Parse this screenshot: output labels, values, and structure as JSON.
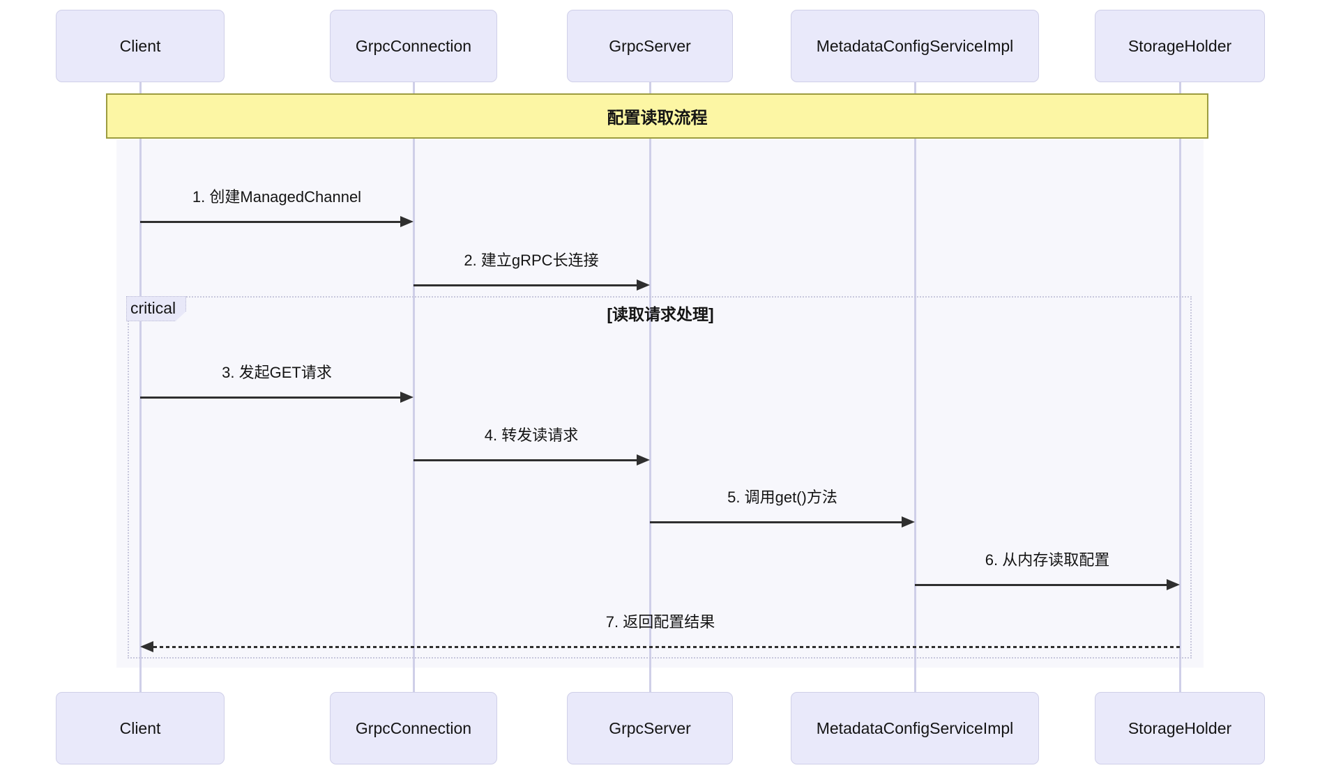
{
  "diagram": {
    "type": "sequence",
    "title": "配置读取流程",
    "participants": [
      {
        "name": "Client"
      },
      {
        "name": "GrpcConnection"
      },
      {
        "name": "GrpcServer"
      },
      {
        "name": "MetadataConfigServiceImpl"
      },
      {
        "name": "StorageHolder"
      }
    ],
    "messages": [
      {
        "label": "1. 创建ManagedChannel",
        "from": "Client",
        "to": "GrpcConnection",
        "line": "solid"
      },
      {
        "label": "2. 建立gRPC长连接",
        "from": "GrpcConnection",
        "to": "GrpcServer",
        "line": "solid"
      },
      {
        "label": "3. 发起GET请求",
        "from": "Client",
        "to": "GrpcConnection",
        "line": "solid"
      },
      {
        "label": "4. 转发读请求",
        "from": "GrpcConnection",
        "to": "GrpcServer",
        "line": "solid"
      },
      {
        "label": "5. 调用get()方法",
        "from": "GrpcServer",
        "to": "MetadataConfigServiceImpl",
        "line": "solid"
      },
      {
        "label": "6. 从内存读取配置",
        "from": "MetadataConfigServiceImpl",
        "to": "StorageHolder",
        "line": "solid"
      },
      {
        "label": "7. 返回配置结果",
        "from": "StorageHolder",
        "to": "Client",
        "line": "dashed"
      }
    ],
    "critical_block": {
      "keyword": "critical",
      "condition": "[读取请求处理]"
    },
    "colors": {
      "actor_fill": "#e9e9fa",
      "actor_border": "#cfcfe8",
      "lifeline": "#cfcfe8",
      "title_fill": "#fcf6a4",
      "title_border": "#9c9c3f",
      "content_background": "#f7f7fc",
      "critical_border": "#c7c7dc",
      "arrow": "#2f2f2f",
      "text": "#141414"
    }
  }
}
